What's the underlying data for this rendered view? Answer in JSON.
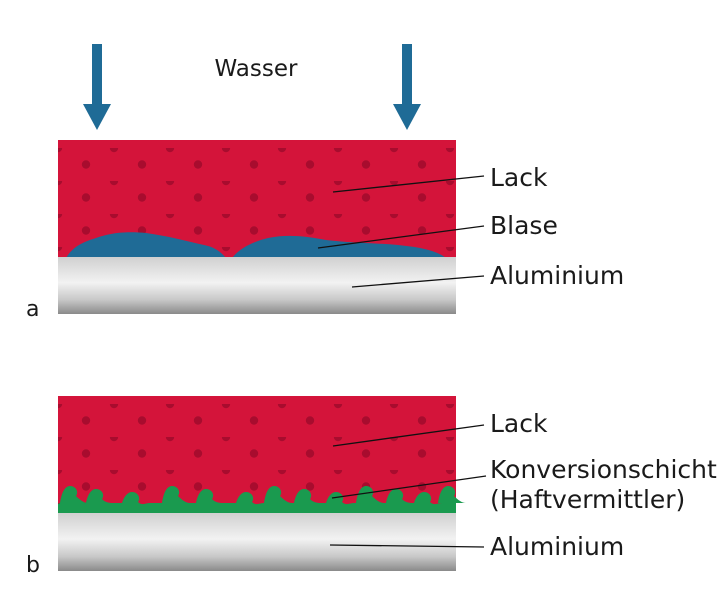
{
  "panel_a": {
    "id": "a",
    "water_label": "Wasser",
    "labels": {
      "paint": "Lack",
      "blister": "Blase",
      "aluminium": "Aluminium"
    }
  },
  "panel_b": {
    "id": "b",
    "labels": {
      "paint": "Lack",
      "conversion_line1": "Konversionschicht",
      "conversion_line2": "(Haftvermittler)",
      "aluminium": "Aluminium"
    }
  },
  "colors": {
    "paint": "#d4143a",
    "paint_dots": "#a80c2e",
    "blister": "#1f6b96",
    "conversion": "#1a9a4f",
    "arrow": "#1f6b96",
    "aluminium_light": "#eeeeee",
    "aluminium_dark": "#8a8a8a"
  }
}
